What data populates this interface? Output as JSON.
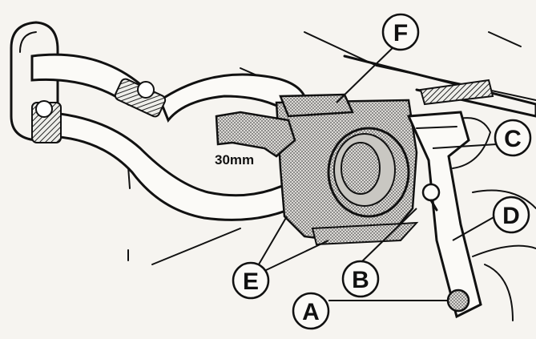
{
  "dimension_label": "30mm",
  "callouts": [
    {
      "id": "A",
      "label": "A"
    },
    {
      "id": "B",
      "label": "B"
    },
    {
      "id": "C",
      "label": "C"
    },
    {
      "id": "D",
      "label": "D"
    },
    {
      "id": "E",
      "label": "E"
    },
    {
      "id": "F",
      "label": "F"
    }
  ],
  "colors": {
    "ink": "#111111",
    "paper": "#f6f4f0",
    "shade": "#7a7a7a"
  }
}
